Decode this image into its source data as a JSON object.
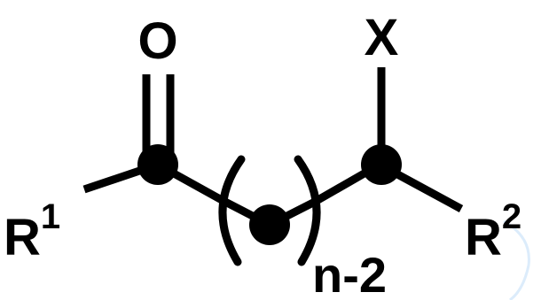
{
  "structure": {
    "carbonyl_atom": "O",
    "substituent_atom": "X",
    "left_group": {
      "base": "R",
      "superscript": "1"
    },
    "right_group": {
      "base": "R",
      "superscript": "2"
    },
    "repeat_subscript": "n-2"
  },
  "colors": {
    "ink": "#000000",
    "background": "#ffffff",
    "watermark": "#dcecfb"
  }
}
